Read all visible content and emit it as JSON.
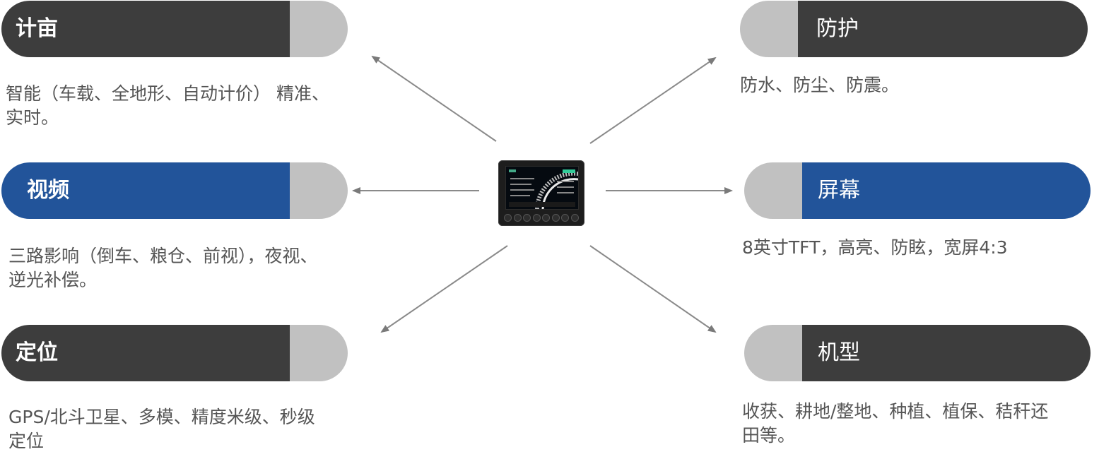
{
  "center": {
    "device": "terminal-device"
  },
  "left": [
    {
      "title": "计亩",
      "desc": "智能（车载、全地形、自动计价） 精准、\n实时。",
      "color": "#3d3d3d"
    },
    {
      "title": "视频",
      "desc": "三路影响（倒车、粮仓、前视），夜视、\n逆光补偿。",
      "color": "#22549a"
    },
    {
      "title": "定位",
      "desc": "GPS/北斗卫星、多模、精度米级、秒级\n定位",
      "color": "#3d3d3d"
    }
  ],
  "right": [
    {
      "title": "防护",
      "desc": "防水、防尘、防震。",
      "color": "#3d3d3d"
    },
    {
      "title": "屏幕",
      "desc": "8英寸TFT，高亮、防眩，宽屏4:3",
      "color": "#22549a"
    },
    {
      "title": "机型",
      "desc": "收获、耕地/整地、种植、植保、秸秆还\n田等。",
      "color": "#3d3d3d"
    }
  ],
  "colors": {
    "grey_tab": "#c1c1c1",
    "arrow": "#7a7a7a"
  }
}
